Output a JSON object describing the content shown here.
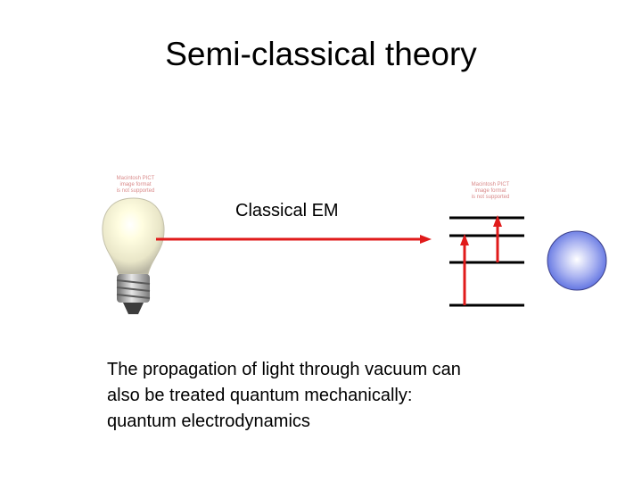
{
  "slide": {
    "title": "Semi-classical theory",
    "beam_label": "Classical EM",
    "caption_lines": [
      "The propagation of light through vacuum can",
      "also be treated quantum mechanically:",
      "quantum electrodynamics"
    ],
    "placeholder_left": [
      "Macintosh PICT",
      "image format",
      "is not supported"
    ],
    "placeholder_right": [
      "Macintosh PICT",
      "image format",
      "is not supported"
    ]
  },
  "colors": {
    "beam": "#e01b1b",
    "levels": "#000000",
    "atom": "#5a6ee0"
  },
  "icons": [
    "light-bulb-icon",
    "atom-sphere-icon"
  ]
}
